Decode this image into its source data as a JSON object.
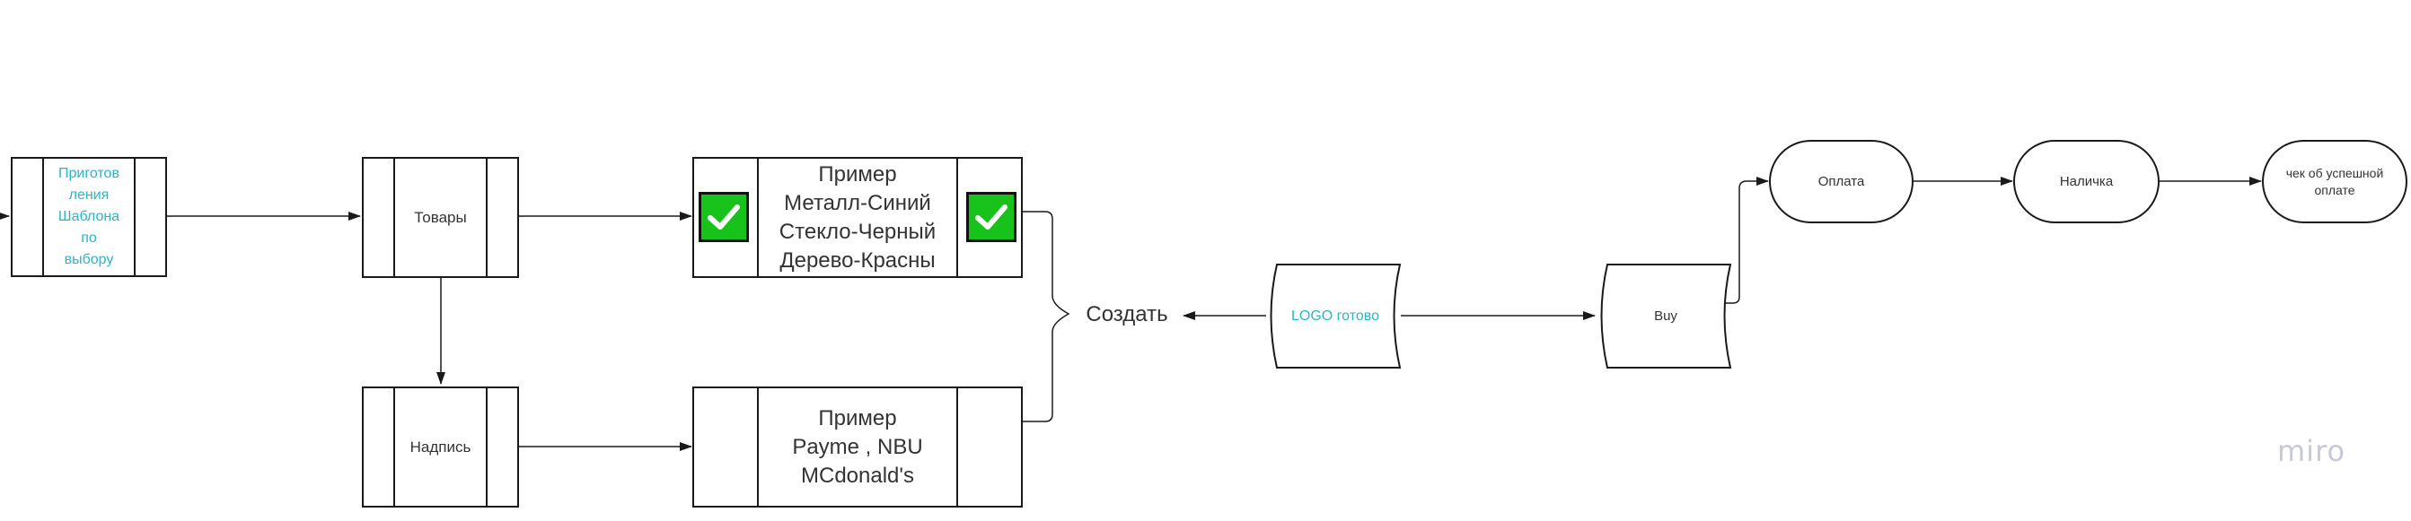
{
  "nodes": {
    "template": "Приготов\nления\nШаблона\nпо\nвыбору",
    "goods": "Товары",
    "inscription": "Надпись",
    "materials": "Пример\nМеталл-Синий\nСтекло-Черный\nДерево-Красны",
    "brands": "Пример\nPayme , NBU\nMCdonald's",
    "create": "Создать",
    "logo_ready": "LOGO готово",
    "buy": "Buy",
    "payment": "Оплата",
    "cash": "Наличка",
    "receipt": "чек об  успешной\nоплате"
  },
  "watermark": "miro",
  "colors": {
    "accent_text": "#2bb5c6",
    "check_fill": "#17c21b",
    "stroke": "#1a1a1a"
  },
  "icons": {
    "check": "checkmark-icon"
  }
}
